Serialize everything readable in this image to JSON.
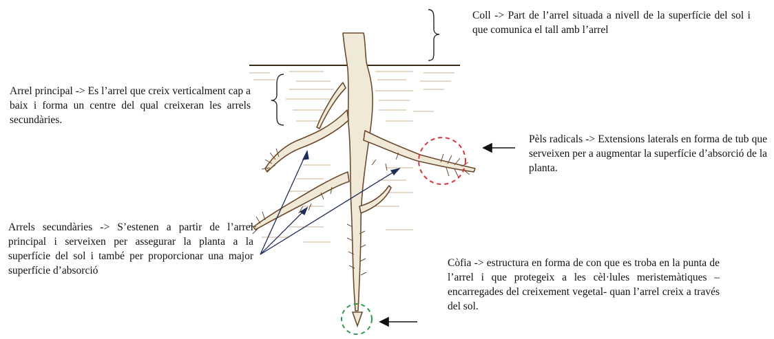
{
  "labels": {
    "coll": "Coll -> Part de l’arrel situada a nivell de la superfície del sol i que comunica el tall amb l’arrel",
    "arrel_principal": "Arrel principal -> Es l’arrel que creix verticalment cap a baix i forma un centre del qual creixeran les arrels secundàries.",
    "pels_radicals": "Pèls radicals -> Extensions laterals en forma de tub que serveixen per a augmentar la superfície d’absorció de la planta.",
    "arrels_secundaries": "Arrels secundàries -> S’estenen a partir de l’arrel principal i serveixen per assegurar la planta a la superfície del sol i també per proporcionar una major superfície d’absorció",
    "cofia": "Còfia -> estructura en forma de con que es troba en la punta de l’arrel i que protegeix a les cèl·lules meristemàtiques –encarregades del creixement vegetal- quan l’arrel creix a través del sol."
  },
  "colors": {
    "root_fill": "#f1e9d8",
    "root_stroke": "#6b4a2e",
    "soil": "#b79a6e",
    "ground_line": "#3a2a1a",
    "pointer_arrow": "#1f2f5a",
    "circle_red": "#d8343a",
    "circle_green": "#2e9a4c"
  }
}
